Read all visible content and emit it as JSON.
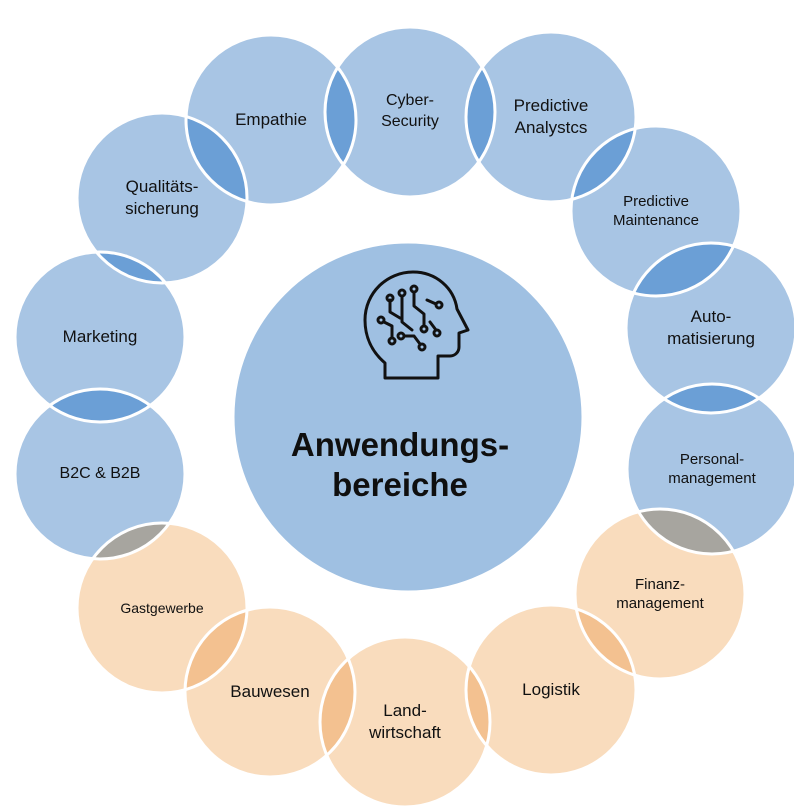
{
  "colors": {
    "blue_fill": "#a8c5e4",
    "orange_fill": "#f9dcbd",
    "overlap_blue": "#6b9fd6",
    "overlap_orange": "#f3c190",
    "overlap_mixed": "#a7a59f",
    "center_fill": "#9fc0e2",
    "ring_stroke": "#ffffff",
    "icon_stroke": "#111111"
  },
  "center": {
    "title_line1": "Anwendungs-",
    "title_line2": "bereiche",
    "icon": "ai-head-icon"
  },
  "nodes": [
    {
      "id": "cyber-security",
      "lines": [
        "Cyber-",
        "Security"
      ],
      "tone": "blue"
    },
    {
      "id": "predictive-analytics",
      "lines": [
        "Predictive",
        "Analystcs"
      ],
      "tone": "blue"
    },
    {
      "id": "predictive-maintenance",
      "lines": [
        "Predictive",
        "Maintenance"
      ],
      "tone": "blue"
    },
    {
      "id": "automatisierung",
      "lines": [
        "Auto-",
        "matisierung"
      ],
      "tone": "blue"
    },
    {
      "id": "personalmanagement",
      "lines": [
        "Personal-",
        "management"
      ],
      "tone": "blue"
    },
    {
      "id": "finanzmanagement",
      "lines": [
        "Finanz-",
        "management"
      ],
      "tone": "orange"
    },
    {
      "id": "logistik",
      "lines": [
        "Logistik"
      ],
      "tone": "orange"
    },
    {
      "id": "landwirtschaft",
      "lines": [
        "Land-",
        "wirtschaft"
      ],
      "tone": "orange"
    },
    {
      "id": "bauwesen",
      "lines": [
        "Bauwesen"
      ],
      "tone": "orange"
    },
    {
      "id": "gastgewerbe",
      "lines": [
        "Gastgewerbe"
      ],
      "tone": "orange"
    },
    {
      "id": "b2c-b2b",
      "lines": [
        "B2C & B2B"
      ],
      "tone": "blue"
    },
    {
      "id": "marketing",
      "lines": [
        "Marketing"
      ],
      "tone": "blue"
    },
    {
      "id": "qualitaetssicherung",
      "lines": [
        "Qualitäts-",
        "sicherung"
      ],
      "tone": "blue"
    },
    {
      "id": "empathie",
      "lines": [
        "Empathie"
      ],
      "tone": "blue"
    }
  ]
}
